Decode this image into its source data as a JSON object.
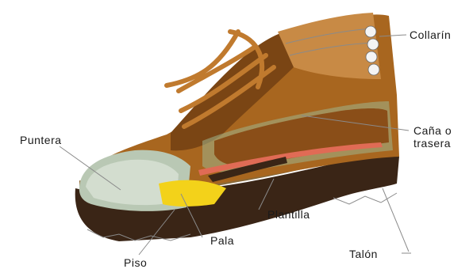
{
  "labels": {
    "collarin": "Collarín",
    "cana_line1": "Caña o",
    "cana_line2": "trasera",
    "puntera": "Puntera",
    "plantilla": "Plantilla",
    "pala": "Pala",
    "talon": "Talón",
    "piso": "Piso"
  },
  "colors": {
    "leather": "#a8661f",
    "leather_dark": "#6b3a12",
    "sole": "#3a2516",
    "toe_cap": "#b9c8b4",
    "shank_yellow": "#f3d21a",
    "insole_red": "#e06b55",
    "lining_green": "#9fb58d",
    "collar_padding": "#c88a45"
  }
}
